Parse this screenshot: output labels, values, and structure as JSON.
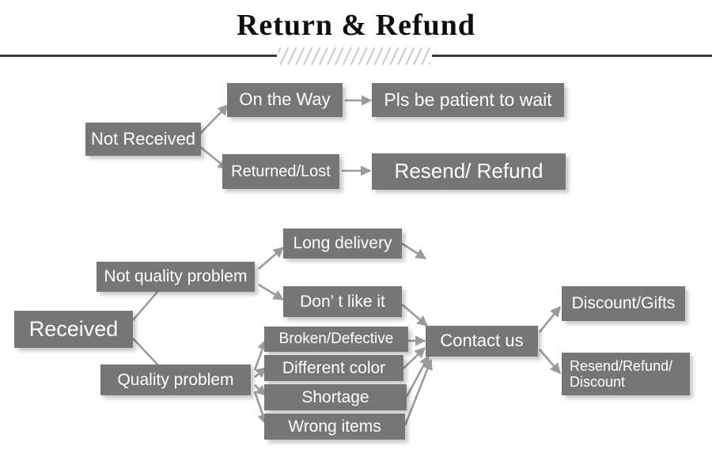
{
  "header": {
    "title": "Return & Refund"
  },
  "palette": {
    "box_fill": "#767676",
    "box_text": "#ffffff",
    "connector": "#9a9a9a",
    "rule": "#3b3b3b",
    "hatch": "#c9c9c9",
    "background": "#ffffff"
  },
  "flow": {
    "not_received_branch": {
      "root": "Not Received",
      "nodes": [
        {
          "id": "on-the-way",
          "label": "On the Way"
        },
        {
          "id": "pls-be-patient",
          "label": "Pls be patient to wait"
        },
        {
          "id": "returned-lost",
          "label": "Returned/Lost"
        },
        {
          "id": "resend-refund",
          "label": "Resend/ Refund"
        }
      ]
    },
    "received_branch": {
      "root": "Received",
      "categories": [
        {
          "id": "not-quality-problem",
          "label": "Not quality problem"
        },
        {
          "id": "quality-problem",
          "label": "Quality problem"
        }
      ],
      "reasons": [
        {
          "id": "long-delivery",
          "label": "Long delivery"
        },
        {
          "id": "dont-like-it",
          "label": "Don’  t like it"
        },
        {
          "id": "broken-defective",
          "label": "Broken/Defective"
        },
        {
          "id": "different-color",
          "label": "Different color"
        },
        {
          "id": "shortage",
          "label": "Shortage"
        },
        {
          "id": "wrong-items",
          "label": "Wrong items"
        }
      ],
      "action": {
        "id": "contact-us",
        "label": "Contact us"
      },
      "outcomes": [
        {
          "id": "discount-gifts",
          "label": "Discount/Gifts"
        },
        {
          "id": "resend-refund-discount",
          "label": "Resend/Refund/ Discount"
        }
      ]
    }
  }
}
